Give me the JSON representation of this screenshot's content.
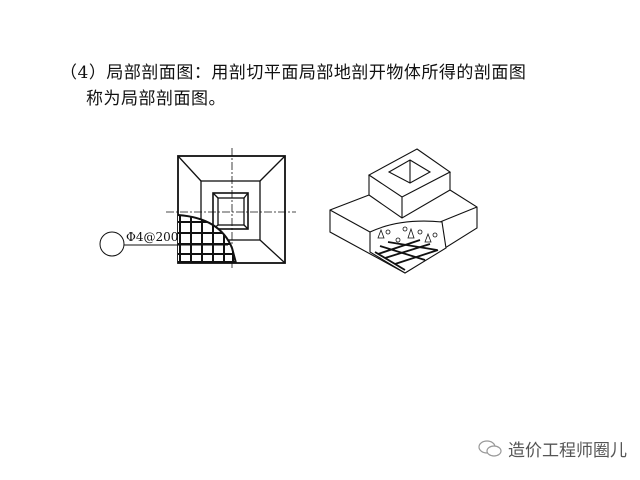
{
  "heading": {
    "line1": "（4）局部剖面图：用剖切平面局部地剖开物体所得的剖面图",
    "line2": "称为局部剖面图。"
  },
  "plan_view": {
    "rebar_label": "Φ4@200"
  },
  "watermark": {
    "icon": "wechat-icon",
    "text": "造价工程师圈儿"
  }
}
